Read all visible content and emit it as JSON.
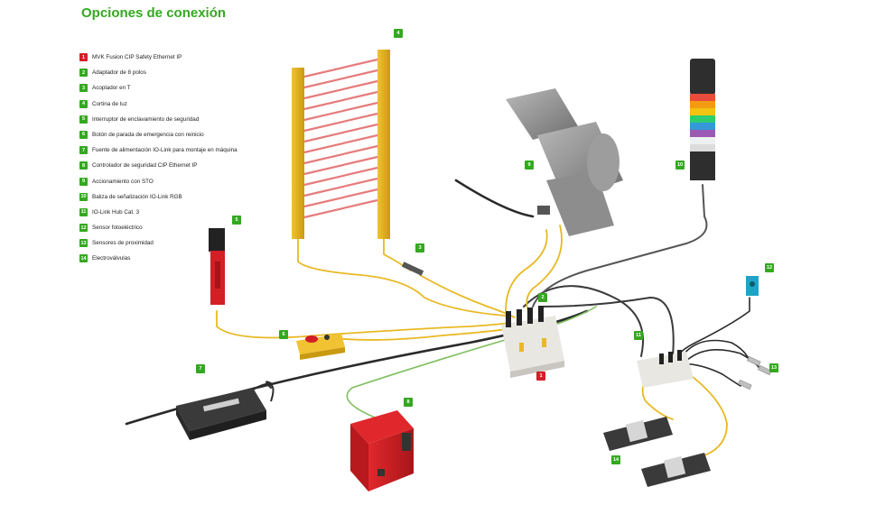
{
  "title": "Opciones de conexión",
  "legend": [
    {
      "num": "1",
      "label": "MVK Fusion CIP Safety Ethernet IP",
      "color": "#d31f26"
    },
    {
      "num": "2",
      "label": "Adaptador de 8 polos",
      "color": "#34a820"
    },
    {
      "num": "3",
      "label": "Acoplador en T",
      "color": "#34a820"
    },
    {
      "num": "4",
      "label": "Cortina de luz",
      "color": "#34a820"
    },
    {
      "num": "5",
      "label": "Interruptor de enclavamiento de seguridad",
      "color": "#34a820"
    },
    {
      "num": "6",
      "label": "Botón de parada de emergencia con reinicio",
      "color": "#34a820"
    },
    {
      "num": "7",
      "label": "Fuente de alimentación IO-Link para montaje en máquina",
      "color": "#34a820"
    },
    {
      "num": "8",
      "label": "Controlador de seguridad CIP Ethernet IP",
      "color": "#34a820"
    },
    {
      "num": "9",
      "label": "Accionamiento con STO",
      "color": "#34a820"
    },
    {
      "num": "10",
      "label": "Baliza de señalización IO-Link RGB",
      "color": "#34a820"
    },
    {
      "num": "11",
      "label": "IO-Link Hub Cat. 3",
      "color": "#34a820"
    },
    {
      "num": "12",
      "label": "Sensor fotoeléctrico",
      "color": "#34a820"
    },
    {
      "num": "13",
      "label": "Sensores de proximidad",
      "color": "#34a820"
    },
    {
      "num": "14",
      "label": "Electroválvulas",
      "color": "#34a820"
    }
  ],
  "callouts": {
    "c1": "1",
    "c2": "2",
    "c3": "3",
    "c4": "4",
    "c5": "5",
    "c6": "6",
    "c7": "7",
    "c8": "8",
    "c9": "9",
    "c10": "10",
    "c11": "11",
    "c12": "12",
    "c13": "13",
    "c14": "14"
  },
  "colors": {
    "accent": "#34a820",
    "highlight": "#d31f26",
    "cable_yellow": "#e8b923",
    "cable_dark": "#2a2a2a",
    "cable_green": "#7fbf5f"
  }
}
